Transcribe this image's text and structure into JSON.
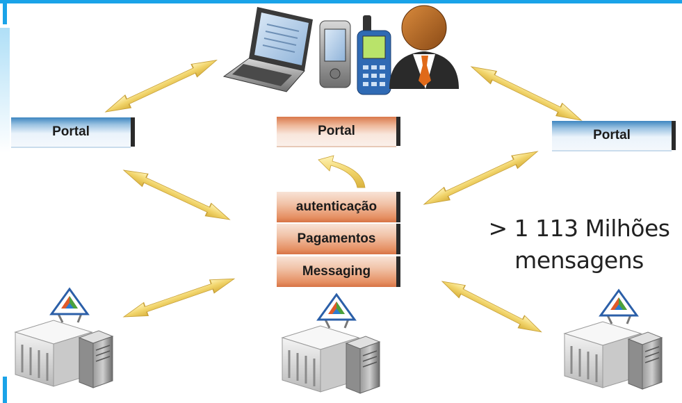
{
  "portals": {
    "left": "Portal",
    "center": "Portal",
    "right": "Portal"
  },
  "services": {
    "auth": "autenticação",
    "payments": "Pagamentos",
    "messaging": "Messaging"
  },
  "stat": {
    "line1": "> 1 113 Milhões",
    "line2": "mensagens"
  },
  "colors": {
    "accent": "#1aa3e8",
    "arrow": "#f0d060",
    "portal_blue": "#3d86c0",
    "service_orange": "#d9784b"
  },
  "icons": [
    "laptop-icon",
    "pda-icon",
    "mobile-phone-icon",
    "user-icon",
    "bank-server-icon"
  ]
}
